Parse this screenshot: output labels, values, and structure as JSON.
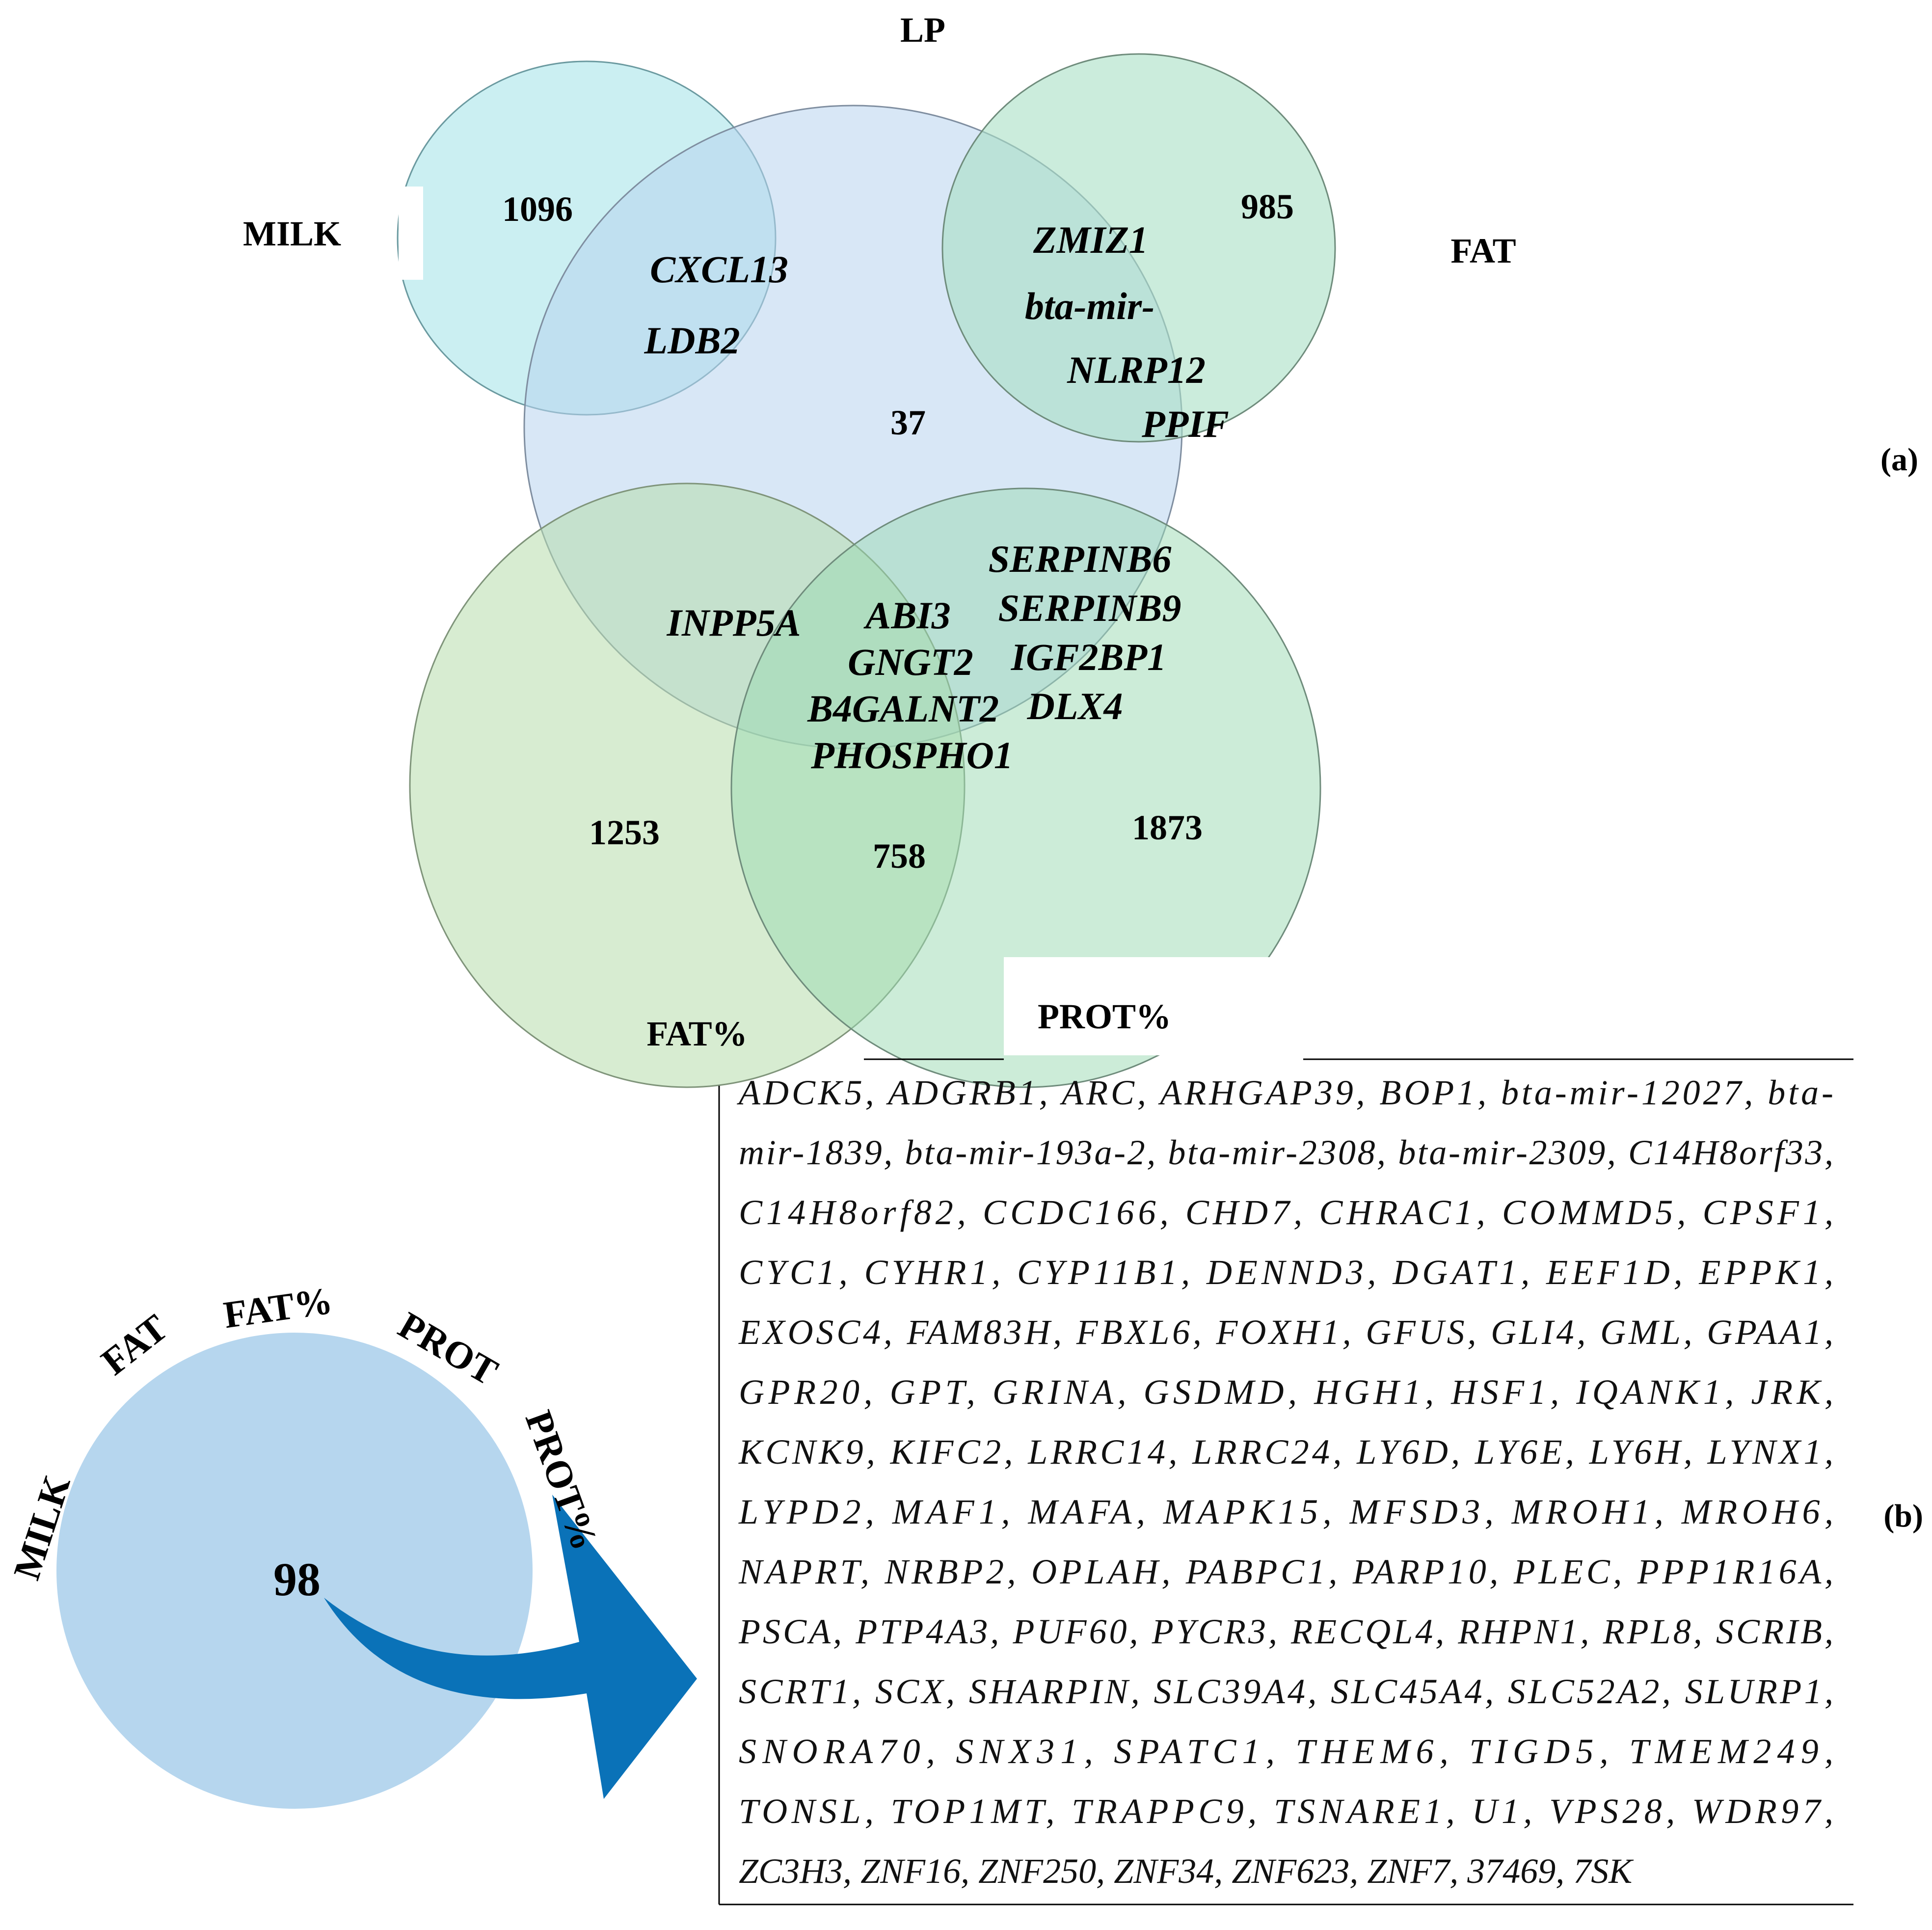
{
  "panel_a": {
    "panel_label": "(a)",
    "sets": {
      "milk": "MILK",
      "lp": "LP",
      "fat": "FAT",
      "fat_pct": "FAT%",
      "prot_pct": "PROT%"
    },
    "counts": {
      "milk_only": "1096",
      "fat_only": "985",
      "lp_only": "37",
      "fat_pct_only": "1253",
      "fatpct_protpct": "758",
      "prot_pct_only": "1873"
    },
    "genes": {
      "milk_lp_1": "CXCL13",
      "milk_lp_2": "LDB2",
      "lp_fat_1": "ZMIZ1",
      "lp_fat_2": "bta-mir-",
      "lp_fat_3": "NLRP12",
      "lp_fat_4": "PPIF",
      "lp_fatpct": "INPP5A",
      "lp_fatpct_protpct_1": "ABI3",
      "lp_fatpct_protpct_2": "GNGT2",
      "lp_fatpct_protpct_3": "B4GALNT2",
      "lp_fatpct_protpct_4": "PHOSPHO1",
      "lp_protpct_1": "SERPINB6",
      "lp_protpct_2": "SERPINB9",
      "lp_protpct_3": "IGF2BP1",
      "lp_protpct_4": "DLX4"
    },
    "colors": {
      "milk": "#a8e4ea",
      "lp": "#b8d4ee",
      "fat": "#a8e0c4",
      "fat_pct": "#b6dcab",
      "prot_pct": "#9ad9b2"
    }
  },
  "panel_b": {
    "panel_label": "(b)",
    "arc_labels": [
      "MILK",
      "FAT",
      "FAT%",
      "PROT",
      "PROT%"
    ],
    "count": "98",
    "circle_color": "#b6d6ee",
    "arrow_color": "#0a72b8",
    "gene_lines": [
      "ADCK5, ADGRB1, ARC, ARHGAP39, BOP1, bta-mir-12027, bta-",
      "mir-1839, bta-mir-193a-2, bta-mir-2308, bta-mir-2309, C14H8orf33,",
      "C14H8orf82, CCDC166, CHD7, CHRAC1, COMMD5, CPSF1,",
      "CYC1, CYHR1, CYP11B1, DENND3, DGAT1, EEF1D, EPPK1,",
      "EXOSC4, FAM83H, FBXL6, FOXH1, GFUS, GLI4, GML, GPAA1,",
      "GPR20, GPT, GRINA, GSDMD, HGH1, HSF1, IQANK1, JRK,",
      "KCNK9, KIFC2, LRRC14, LRRC24, LY6D, LY6E, LY6H, LYNX1,",
      "LYPD2, MAF1, MAFA, MAPK15, MFSD3, MROH1, MROH6,",
      "NAPRT, NRBP2, OPLAH, PABPC1, PARP10, PLEC, PPP1R16A,",
      "PSCA, PTP4A3, PUF60, PYCR3, RECQL4, RHPN1, RPL8, SCRIB,",
      "SCRT1, SCX, SHARPIN, SLC39A4, SLC45A4, SLC52A2, SLURP1,",
      "SNORA70, SNX31, SPATC1, THEM6, TIGD5, TMEM249,",
      "TONSL, TOP1MT, TRAPPC9, TSNARE1, U1, VPS28, WDR97,",
      "ZC3H3, ZNF16, ZNF250, ZNF34, ZNF623, ZNF7, 37469, 7SK"
    ]
  }
}
